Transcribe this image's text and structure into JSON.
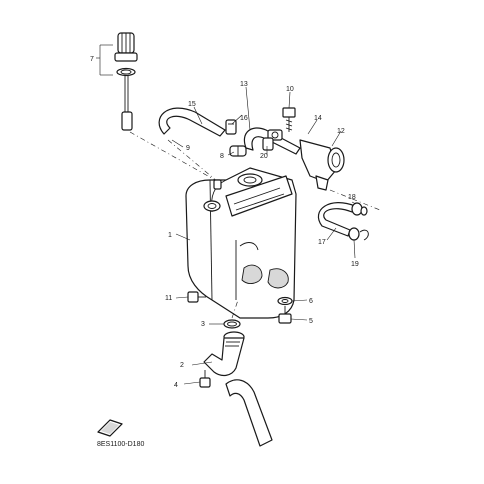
{
  "diagram": {
    "code": "8ES1100-D180",
    "callouts": [
      "1",
      "2",
      "3",
      "4",
      "5",
      "6",
      "7",
      "8",
      "9",
      "10",
      "11",
      "12",
      "13",
      "14",
      "15",
      "16",
      "17",
      "18",
      "19",
      "20"
    ]
  }
}
